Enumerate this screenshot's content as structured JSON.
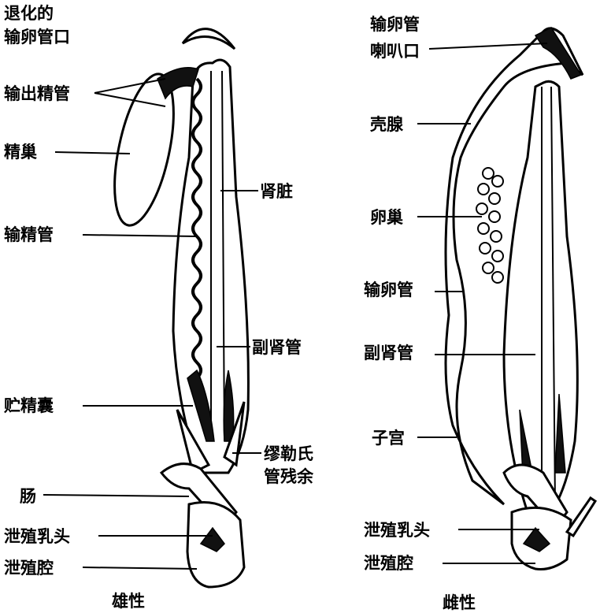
{
  "title": "蛙类泌尿生殖系统",
  "male": {
    "caption": "雄性",
    "labels": {
      "degenerate_oviduct_opening_1": "退化的",
      "degenerate_oviduct_opening_2": "输卵管口",
      "efferent_ducts": "输出精管",
      "testis": "精巢",
      "vas_deferens": "输精管",
      "kidney": "肾脏",
      "accessory_kidney_duct": "副肾管",
      "seminal_vesicle": "贮精囊",
      "mullerian_remnant_1": "缪勒氏",
      "mullerian_remnant_2": "管残余",
      "intestine": "肠",
      "cloacal_papilla": "泄殖乳头",
      "cloaca": "泄殖腔"
    }
  },
  "female": {
    "caption": "雌性",
    "labels": {
      "oviduct_funnel_1": "输卵管",
      "oviduct_funnel_2": "喇叭口",
      "shell_gland": "壳腺",
      "ovary": "卵巢",
      "oviduct": "输卵管",
      "accessory_kidney_duct": "副肾管",
      "uterus": "子宫",
      "cloacal_papilla": "泄殖乳头",
      "cloaca": "泄殖腔"
    }
  }
}
